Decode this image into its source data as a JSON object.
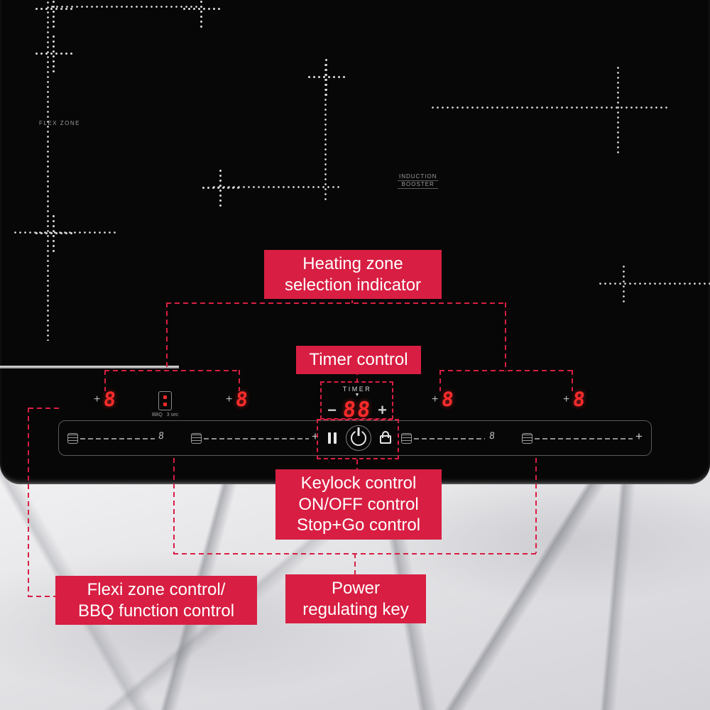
{
  "colors": {
    "label_background": "#d81e42",
    "connector_red": "#d81e42",
    "display_red": "#ff2b2b",
    "cooktop_black": "#070707",
    "marking_gray": "#c9c9c9"
  },
  "annotations": {
    "heating_zone": [
      "Heating zone",
      "selection indicator"
    ],
    "timer_control": [
      "Timer control"
    ],
    "keylock": [
      "Keylock control",
      "ON/OFF control",
      "Stop+Go control"
    ],
    "flexi_bbq": [
      "Flexi zone control/",
      "BBQ function control"
    ],
    "power_key": [
      "Power",
      "regulating key"
    ]
  },
  "cooktop": {
    "flex_zone_label": "FLEX ZONE",
    "induction_label": "INDUCTION",
    "booster_label": "BOOSTER"
  },
  "panel": {
    "timer_label": "TIMER",
    "timer_arrow": "▼",
    "timer_value": "88",
    "minus": "−",
    "plus": "+",
    "zone_select_plus": "+",
    "zone_displays": [
      "8",
      "8",
      "8",
      "8"
    ],
    "mini_display": "8",
    "bbq_label": "BBQ",
    "bbq_hold_label": "3 sec",
    "icons": {
      "pause": "pause-icon",
      "power": "power-icon",
      "lock": "lock-icon",
      "slider": "power-slider-scale",
      "function": "function-key-icon"
    }
  }
}
